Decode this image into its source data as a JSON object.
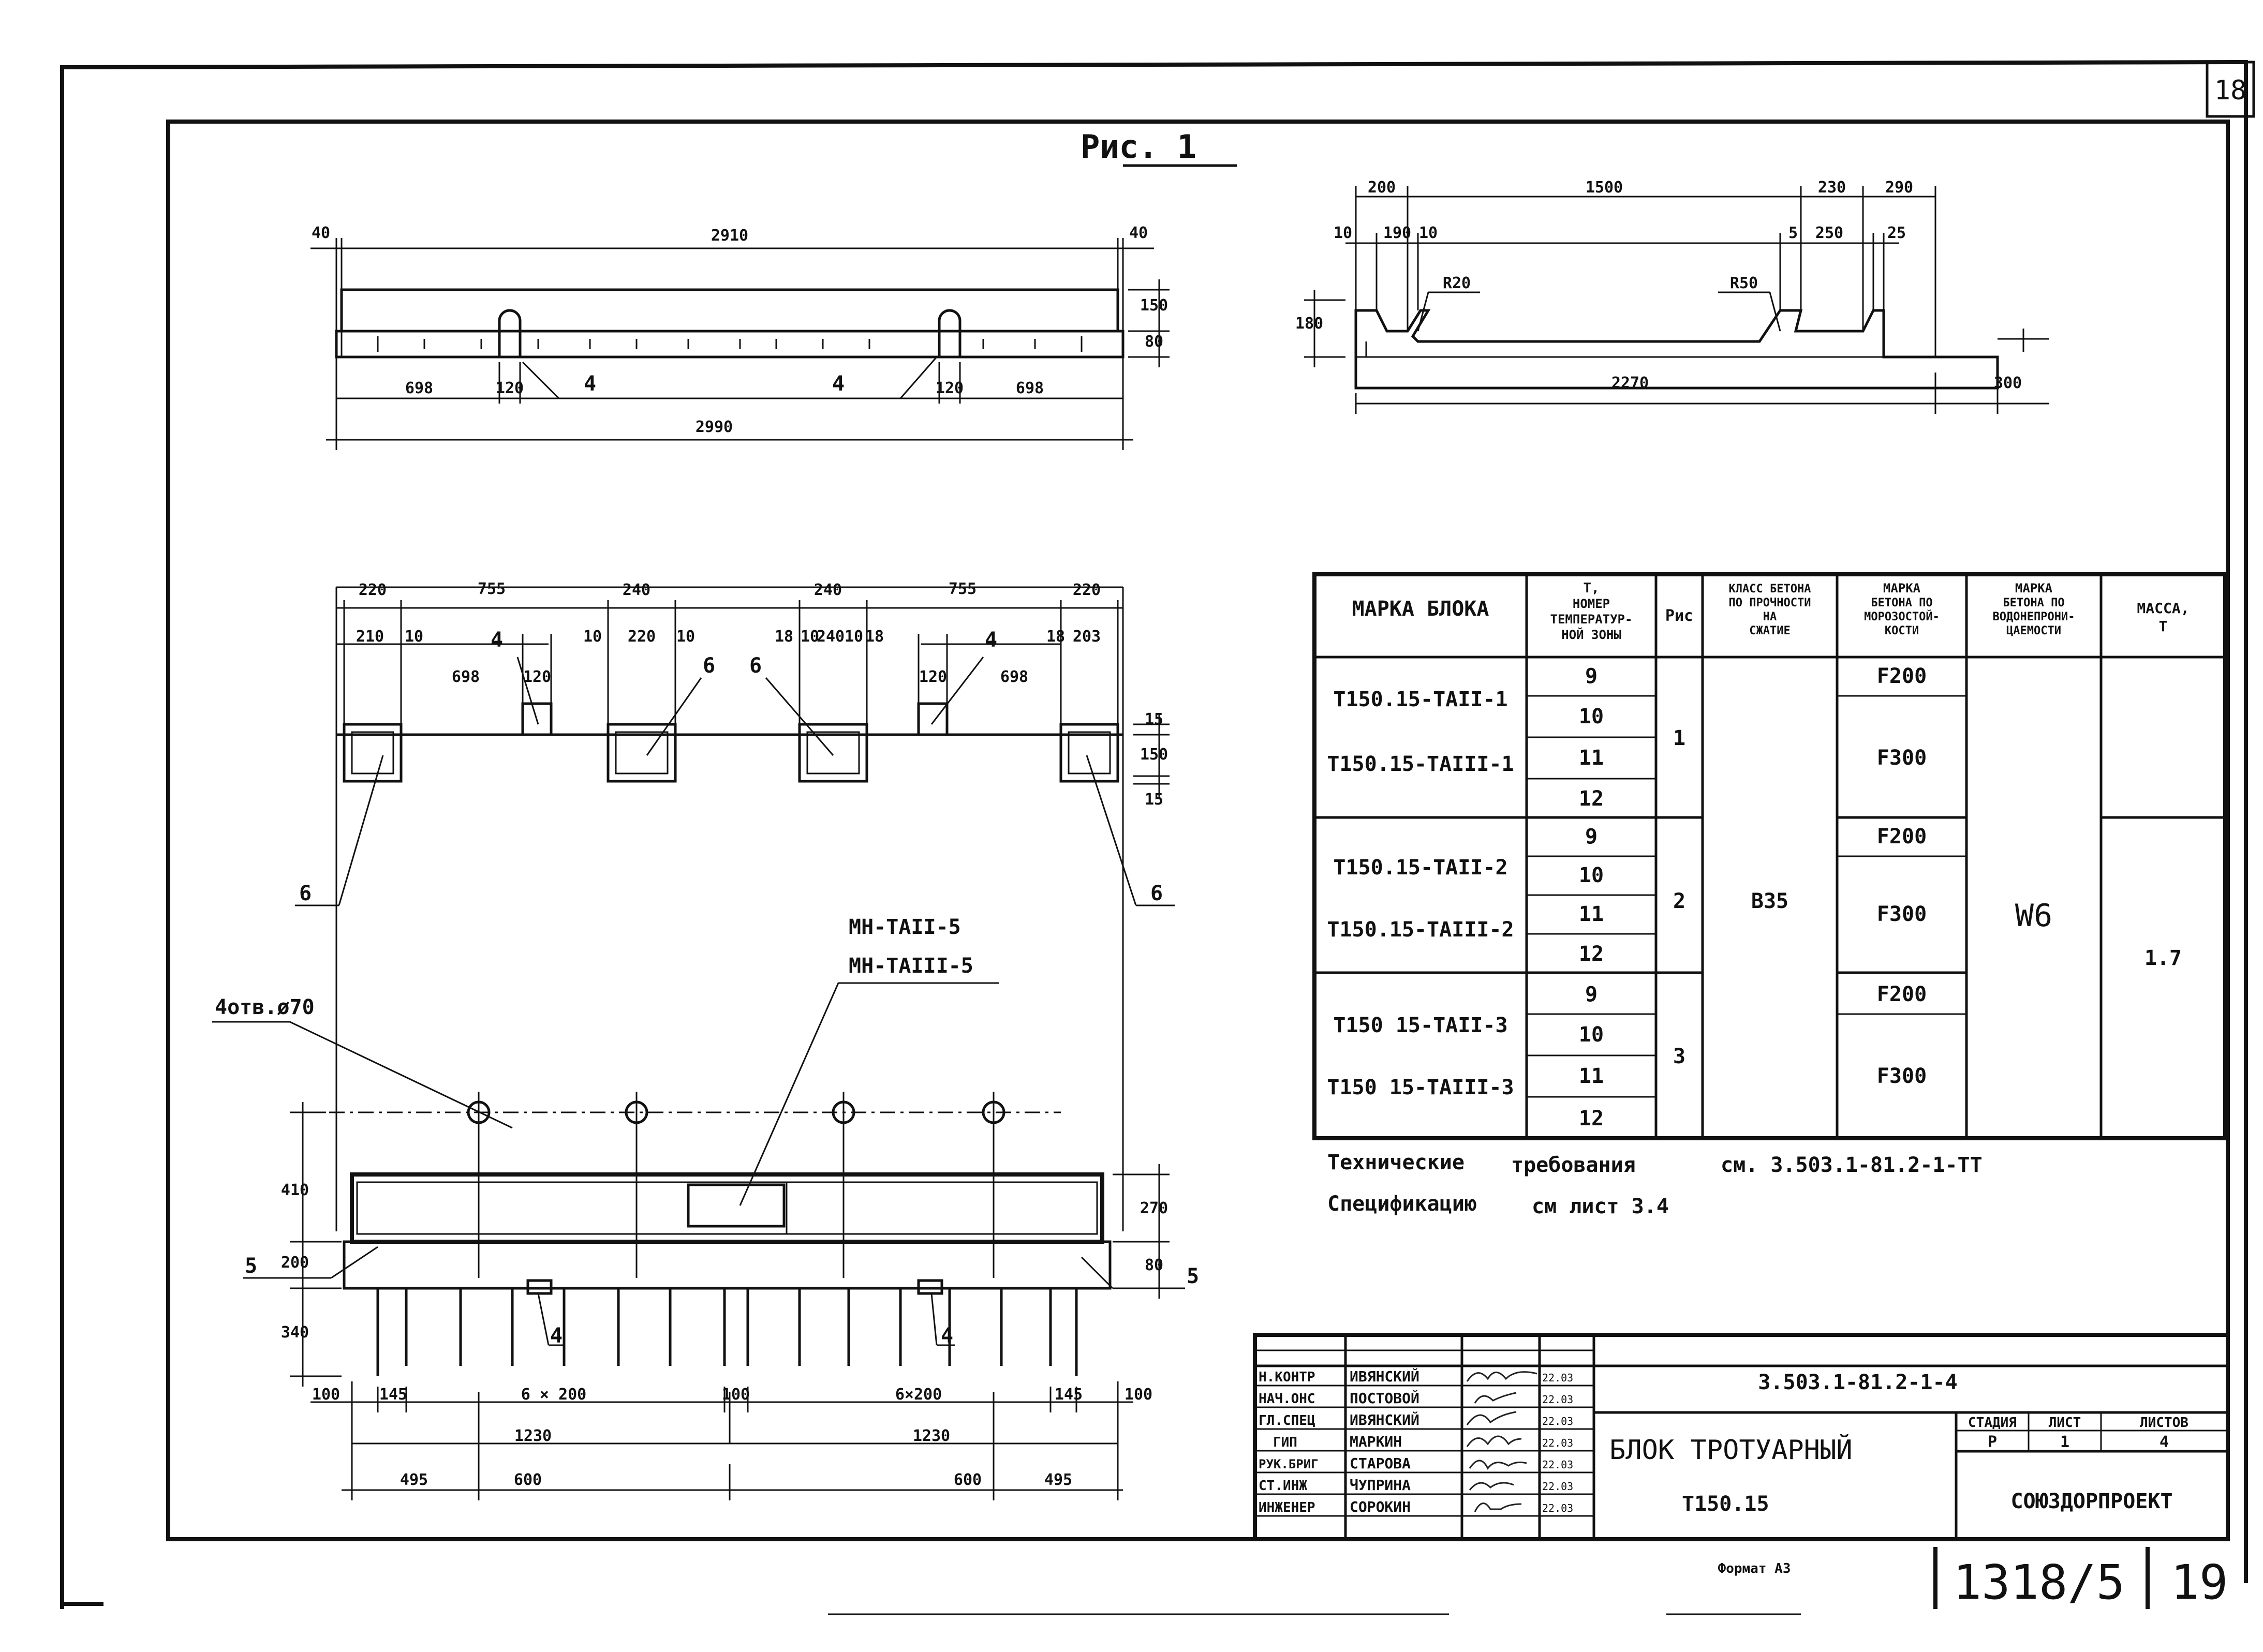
{
  "sheet_number": "18",
  "figure_title": "Рис. 1",
  "top_view": {
    "dims": {
      "end_left": "40",
      "length_top": "2910",
      "end_right": "40",
      "off_left": "698",
      "loop_left": "120",
      "loop_right": "120",
      "off_right": "698",
      "total": "2990",
      "h1": "150",
      "h2": "80"
    },
    "callouts": {
      "loop_left": "4",
      "loop_right": "4"
    }
  },
  "section": {
    "dims": {
      "left_top": "200",
      "mid": "1500",
      "right_a": "230",
      "right_b": "290",
      "d10a": "10",
      "d190": "190",
      "d10b": "10",
      "d5": "5",
      "d250": "250",
      "d25": "25",
      "radius_left": "R20",
      "radius_right": "R50",
      "height": "180",
      "bottom": "2270",
      "overhang": "300"
    }
  },
  "plan": {
    "top_dims": {
      "a": "220",
      "b": "755",
      "c": "240",
      "d": "240",
      "e": "755",
      "f": "220"
    },
    "sub_dims": {
      "s210": "210",
      "s10a": "10",
      "s10b": "10",
      "s220": "220",
      "s10c": "10",
      "s18a": "18",
      "s10d": "10",
      "s240": "240",
      "s10e": "10",
      "s18b": "18",
      "s19": "18",
      "s203": "203",
      "off_left": "698",
      "loop_left": "120",
      "loop_right": "120",
      "off_right": "698"
    },
    "right_dims": {
      "a": "15",
      "b": "150",
      "c": "15"
    },
    "mesh": {
      "line1": "МН-ТАII-5",
      "line2": "МН-ТАIII-5"
    },
    "holes": "4отв.ø70",
    "callouts": {
      "c4a": "4",
      "c4b": "4",
      "c6a": "6",
      "c6b": "6",
      "c6c": "6",
      "c6d": "6"
    },
    "bottom": {
      "left_h": {
        "a": "410",
        "b": "200",
        "c": "340"
      },
      "right_h": {
        "a": "270",
        "b": "80"
      },
      "c5_left": "5",
      "c5_right": "5",
      "c4_left": "4",
      "c4_right": "4",
      "row1": {
        "a": "100",
        "b": "145",
        "c": "6 × 200",
        "d": "100",
        "e": "6×200",
        "f": "145",
        "g": "100"
      },
      "row2": {
        "a": "1230",
        "b": "1230"
      },
      "row3": {
        "a": "495",
        "b": "600",
        "c": "600",
        "d": "495"
      }
    }
  },
  "spec_table": {
    "headers": {
      "mark": "МАРКА БЛОКА",
      "temp": [
        "Т,",
        "НОМЕР",
        "ТЕМПЕРАТУР-",
        "НОЙ ЗОНЫ"
      ],
      "fig": "Рис",
      "strength": [
        "КЛАСС БЕТОНА",
        "ПО ПРОЧНОСТИ",
        "НА",
        "СЖАТИЕ"
      ],
      "frost": [
        "МАРКА",
        "БЕТОНА ПО",
        "МОРОЗОСТОЙ-",
        "КОСТИ"
      ],
      "water": [
        "МАРКА",
        "БЕТОНА ПО",
        "ВОДОНЕПРОНИ-",
        "ЦАЕМОСТИ"
      ],
      "mass": [
        "МАССА,",
        "Т"
      ]
    },
    "groups": [
      {
        "marks": [
          "Т150.15-ТАII-1",
          "Т150.15-ТАIII-1"
        ],
        "fig": "1",
        "zones": [
          "9",
          "10",
          "11",
          "12"
        ],
        "frost": [
          "F200",
          "F300"
        ]
      },
      {
        "marks": [
          "Т150.15-ТАII-2",
          "Т150.15-ТАIII-2"
        ],
        "fig": "2",
        "zones": [
          "9",
          "10",
          "11",
          "12"
        ],
        "frost": [
          "F200",
          "F300"
        ]
      },
      {
        "marks": [
          "Т150 15-ТАII-3",
          "Т150 15-ТАIII-3"
        ],
        "fig": "3",
        "zones": [
          "9",
          "10",
          "11",
          "12"
        ],
        "frost": [
          "F200",
          "F300"
        ]
      }
    ],
    "strength_value": "В35",
    "water_value": "W6",
    "mass_value": "1.7"
  },
  "notes": {
    "line1_a": "Технические",
    "line1_b": "требования",
    "line1_c": "см. 3.503.1-81.2-1-ТТ",
    "line2_a": "Спецификацию",
    "line2_b": "см лист 3.4"
  },
  "title_block": {
    "rows": [
      {
        "role": "Н.КОНТР",
        "name": "ИВЯНСКИЙ",
        "date": "22.03"
      },
      {
        "role": "НАЧ.ОНС",
        "name": "ПОСТОВОЙ",
        "date": "22.03"
      },
      {
        "role": "ГЛ.СПЕЦ",
        "name": "ИВЯНСКИЙ",
        "date": "22.03"
      },
      {
        "role": "ГИП",
        "name": "МАРКИН",
        "date": "22.03"
      },
      {
        "role": "РУК.БРИГ",
        "name": "СТАРОВА",
        "date": "22.03"
      },
      {
        "role": "СТ.ИНЖ",
        "name": "ЧУПРИНА",
        "date": "22.03"
      },
      {
        "role": "ИНЖЕНЕР",
        "name": "СОРОКИН",
        "date": "22.03"
      }
    ],
    "doc_code": "3.503.1-81.2-1-4",
    "name_line1": "БЛОК ТРОТУАРНЫЙ",
    "name_line2": "Т150.15",
    "stage_label": "СТАДИЯ",
    "sheet_label": "ЛИСТ",
    "sheets_label": "ЛИСТОВ",
    "stage": "Р",
    "sheet": "1",
    "sheets": "4",
    "org": "СОЮЗДОРПРОЕКТ",
    "format": "Формат А3",
    "archive": "1318/5",
    "page": "19"
  }
}
